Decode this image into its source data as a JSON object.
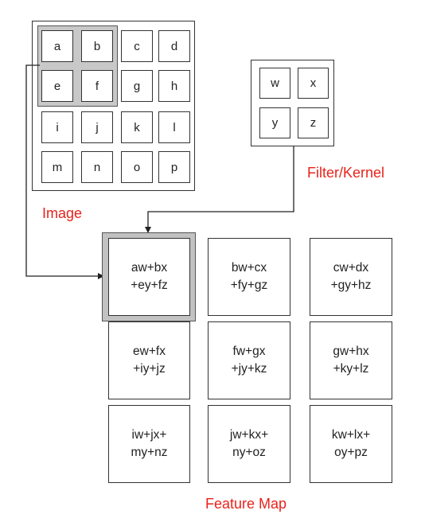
{
  "image": {
    "label": "Image",
    "cells": [
      [
        "a",
        "b",
        "c",
        "d"
      ],
      [
        "e",
        "f",
        "g",
        "h"
      ],
      [
        "i",
        "j",
        "k",
        "l"
      ],
      [
        "m",
        "n",
        "o",
        "p"
      ]
    ]
  },
  "filter": {
    "label": "Filter/Kernel",
    "cells": [
      [
        "w",
        "x"
      ],
      [
        "y",
        "z"
      ]
    ]
  },
  "feature_map": {
    "label": "Feature Map",
    "cells": [
      [
        "aw+bx\n+ey+fz",
        "bw+cx\n+fy+gz",
        "cw+dx\n+gy+hz"
      ],
      [
        "ew+fx\n+iy+jz",
        "fw+gx\n+jy+kz",
        "gw+hx\n+ky+lz"
      ],
      [
        "iw+jx+\nmy+nz",
        "jw+kx+\nny+oz",
        "kw+lx+\noy+pz"
      ]
    ]
  },
  "colors": {
    "label": "#e8221b",
    "highlight": "#c8c8c8",
    "stroke": "#333333"
  }
}
